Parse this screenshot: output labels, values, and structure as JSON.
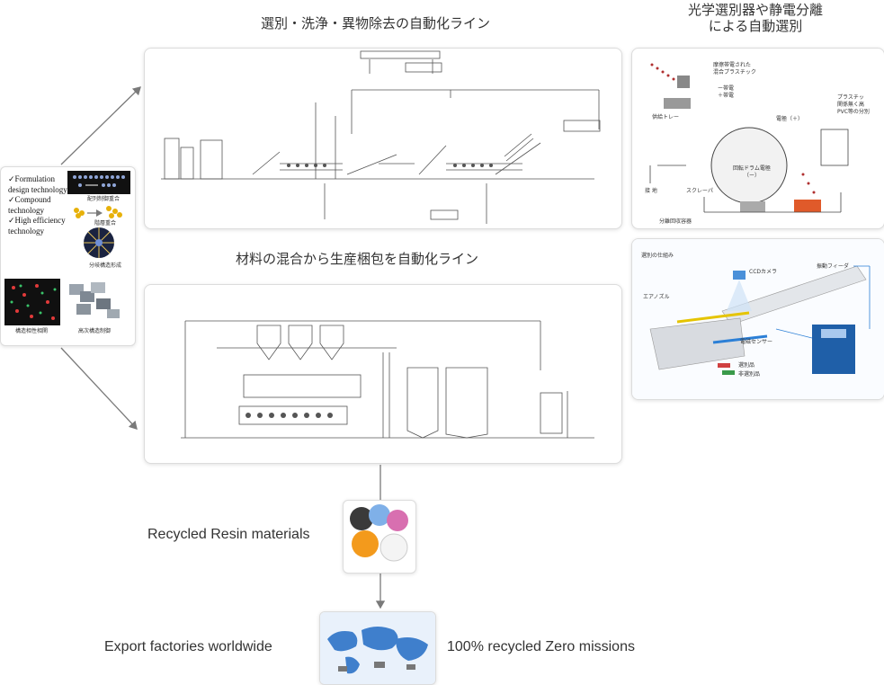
{
  "titles": {
    "line1": "選別・洗浄・異物除去の自動化ライン",
    "line2": "材料の混合から生産梱包を自動化ライン",
    "sorting_line1": "光学選別器や静電分離",
    "sorting_line2": "による自動選別"
  },
  "tech_card": {
    "items": [
      "✓Formulation design technology",
      "✓Compound technology",
      "✓High efficiency technology"
    ],
    "captions": [
      "配列制御重合",
      "階層重合",
      "分岐構造形成",
      "構造相性相関",
      "高次構造制御"
    ]
  },
  "electrostatic": {
    "labels": {
      "friction": "摩擦帯電された",
      "mixed": "混合プラスチック",
      "neg": "ー帯電",
      "pos": "＋帯電",
      "tray": "供給トレー",
      "electrode": "電極（＋）",
      "plastic1": "プラスチッ",
      "plastic2": "関係無く高",
      "plastic3": "PVC等の分別",
      "ground": "接 地",
      "scraper": "スクレーパ",
      "drum1": "回転ドラム電極",
      "drum2": "（ー）",
      "collector": "分離回収容器"
    }
  },
  "optical": {
    "labels": {
      "mechanism": "選別の仕組み",
      "camera": "CCDカメラ",
      "feeder": "振動フィーダ",
      "nozzle": "エアノズル",
      "sensor": "電磁センサー",
      "selected": "選別品",
      "rejected": "非選別品"
    }
  },
  "outputs": {
    "recycled_label": "Recycled    Resin materials",
    "export_label": "Export  factories  worldwide",
    "zero_label": "100% recycled Zero missions"
  },
  "colors": {
    "arrow": "#7a7a7a",
    "card_border": "#dcdcdc",
    "drawing": "#555555"
  }
}
